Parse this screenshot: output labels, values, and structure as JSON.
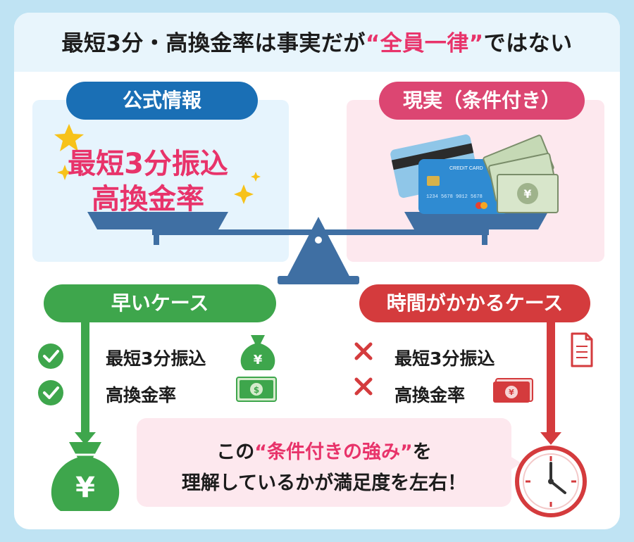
{
  "title": {
    "before": "最短3分・高換金率は事実だが",
    "highlight": "“全員一律”",
    "after": "ではない"
  },
  "left_panel": {
    "label": "公式情報",
    "line1": "最短3分振込",
    "line2": "高換金率"
  },
  "right_panel": {
    "label": "現実（条件付き）",
    "card_text": "CREDIT CARD",
    "card_number": "1234 5678 9012 5678"
  },
  "fast_case": {
    "label": "早いケース",
    "items": [
      "最短3分振込",
      "高換金率"
    ]
  },
  "slow_case": {
    "label": "時間がかかるケース",
    "items": [
      "最短3分振込",
      "高換金率"
    ]
  },
  "callout": {
    "line1_before": "この",
    "line1_highlight": "“条件付きの強み”",
    "line1_after": "を",
    "line2": "理解しているかが満足度を左右！"
  },
  "colors": {
    "blue": "#1a6fb5",
    "pink": "#dc4672",
    "green": "#3ea64c",
    "red": "#d43b3d",
    "scale": "#3f6fa3"
  }
}
